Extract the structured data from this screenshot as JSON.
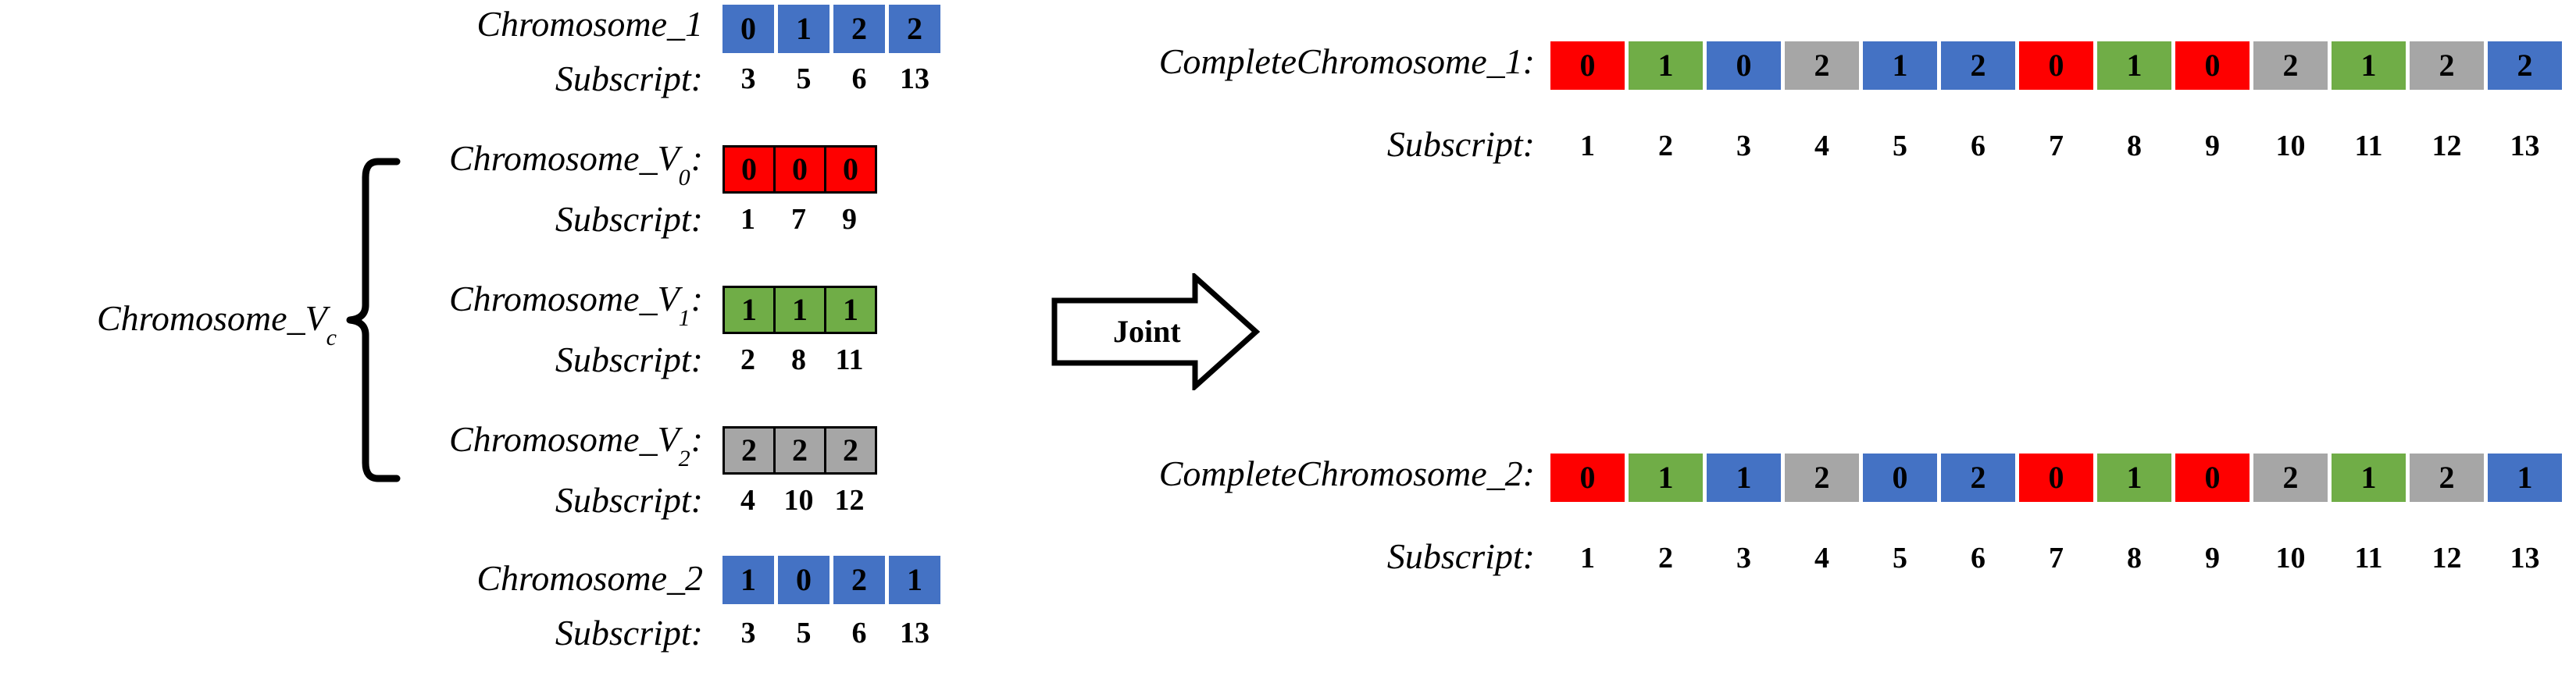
{
  "palette": {
    "blue": "#4472c4",
    "red": "#fe0000",
    "green": "#70ad47",
    "gray": "#a6a6a6",
    "black": "#000000",
    "white": "#ffffff"
  },
  "labels": {
    "chromosome_1": "Chromosome_1",
    "chromosome_2": "Chromosome_2",
    "chromosome_vc": "Chromosome_V",
    "chromosome_vc_sub": "c",
    "chromosome_v0": "Chromosome_V",
    "chromosome_v0_sub": "0",
    "chromosome_v1": "Chromosome_V",
    "chromosome_v1_sub": "1",
    "chromosome_v2": "Chromosome_V",
    "chromosome_v2_sub": "2",
    "complete_chromosome_1": "CompleteChromosome_1",
    "complete_chromosome_2": "CompleteChromosome_2",
    "subscript": "Subscript",
    "colon": ":",
    "joint": "Joint"
  },
  "chromosome_1": {
    "values": [
      "0",
      "1",
      "2",
      "2"
    ],
    "colors": [
      "blue",
      "blue",
      "blue",
      "blue"
    ],
    "subscripts": [
      "3",
      "5",
      "6",
      "13"
    ]
  },
  "chromosome_v0": {
    "values": [
      "0",
      "0",
      "0"
    ],
    "colors": [
      "red",
      "red",
      "red"
    ],
    "subscripts": [
      "1",
      "7",
      "9"
    ]
  },
  "chromosome_v1": {
    "values": [
      "1",
      "1",
      "1"
    ],
    "colors": [
      "green",
      "green",
      "green"
    ],
    "subscripts": [
      "2",
      "8",
      "11"
    ]
  },
  "chromosome_v2": {
    "values": [
      "2",
      "2",
      "2"
    ],
    "colors": [
      "gray",
      "gray",
      "gray"
    ],
    "subscripts": [
      "4",
      "10",
      "12"
    ]
  },
  "chromosome_2": {
    "values": [
      "1",
      "0",
      "2",
      "1"
    ],
    "colors": [
      "blue",
      "blue",
      "blue",
      "blue"
    ],
    "subscripts": [
      "3",
      "5",
      "6",
      "13"
    ]
  },
  "complete_chromosome_1": {
    "values": [
      "0",
      "1",
      "0",
      "2",
      "1",
      "2",
      "0",
      "1",
      "0",
      "2",
      "1",
      "2",
      "2"
    ],
    "colors": [
      "red",
      "green",
      "blue",
      "gray",
      "blue",
      "blue",
      "red",
      "green",
      "red",
      "gray",
      "green",
      "gray",
      "blue"
    ],
    "subscripts": [
      "1",
      "2",
      "3",
      "4",
      "5",
      "6",
      "7",
      "8",
      "9",
      "10",
      "11",
      "12",
      "13"
    ]
  },
  "complete_chromosome_2": {
    "values": [
      "0",
      "1",
      "1",
      "2",
      "0",
      "2",
      "0",
      "1",
      "0",
      "2",
      "1",
      "2",
      "1"
    ],
    "colors": [
      "red",
      "green",
      "blue",
      "gray",
      "blue",
      "blue",
      "red",
      "green",
      "red",
      "gray",
      "green",
      "gray",
      "blue"
    ],
    "subscripts": [
      "1",
      "2",
      "3",
      "4",
      "5",
      "6",
      "7",
      "8",
      "9",
      "10",
      "11",
      "12",
      "13"
    ]
  }
}
